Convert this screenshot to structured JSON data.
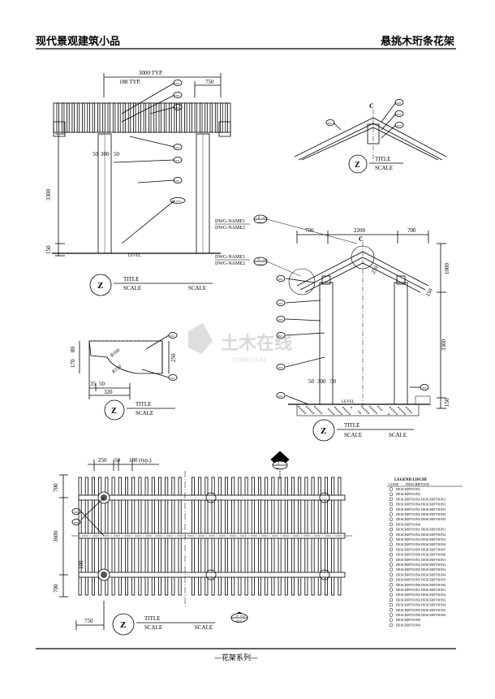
{
  "header": {
    "left_title": "现代景观建筑小品",
    "right_title": "悬挑木珩条花架"
  },
  "footer": {
    "series_label": "—花架系列—"
  },
  "elevation": {
    "dim_top_overall": "3000 TYP.",
    "dim_spacing": "188 TYP.",
    "dim_overhang": "750",
    "dim_height": "3300",
    "dim_base": "150",
    "dim_post": "50",
    "dim_post_mid": "300",
    "dim_post_right": "50",
    "level": "LEVEL",
    "title_mark": "Z",
    "title": "TITLE",
    "scale_label": "SCALE",
    "scale_value": "SCALE",
    "tags": [
      "NO",
      "NO",
      "NO",
      "NO",
      "NO",
      "NO",
      "MULTI"
    ]
  },
  "ridge_detail": {
    "title_mark": "Z",
    "title": "TITLE",
    "scale_label": "SCALE",
    "centerline": "C",
    "tags": [
      "NO",
      "NO",
      "NO",
      "NO"
    ]
  },
  "section": {
    "ref_mark_1": "Z",
    "ref_mark_1_sub": "TYP",
    "ref_mark_1_dwg": "DWG",
    "dwg_name_1a": "DWG-NAME1",
    "dwg_name_1b": "DWG-NAME2",
    "dwg_name_2a": "DWG-NAME1",
    "dwg_name_2b": "DWG-NAME2",
    "ref_mark_2": "Z",
    "ref_mark_2_sub": "TYP",
    "ref_mark_2_dwg": "DWG",
    "dim_left": "700",
    "dim_mid": "2200",
    "dim_right": "700",
    "dim_roof_height": "1000",
    "dim_slope": "250",
    "dim_side": "150",
    "dim_height": "3300",
    "dim_base": "150",
    "dim_post": "50",
    "dim_post_mid": "300",
    "dim_post_right": "50",
    "centerline": "C",
    "level": "LEVEL",
    "title_mark": "Z",
    "title": "TITLE",
    "scale_label": "SCALE",
    "scale_value": "SCALE",
    "tags": [
      "NO",
      "NO",
      "NO",
      "NO",
      "NO",
      "NO",
      "NO"
    ]
  },
  "beam_detail": {
    "dim_170": "170",
    "dim_80": "80",
    "dim_250": "250",
    "dim_35": "35",
    "dim_50": "50",
    "dim_320": "320",
    "radius_1": "R100",
    "radius_2": "R150",
    "title_mark": "Z",
    "title": "TITLE",
    "scale_label": "SCALE",
    "tags": [
      "NO",
      "NO"
    ]
  },
  "plan": {
    "dim_250": "250",
    "dim_50": "50",
    "dim_180": "180 (typ.)",
    "dim_700_top": "700",
    "dim_overall": "3600",
    "dim_100": "100",
    "dim_700_bottom": "700",
    "dim_750": "750",
    "north_mark": "Z",
    "north_dwg": "DWG",
    "ref_mark": "Z",
    "ref_sub": "TYP",
    "ref_dwg": "DWG",
    "title_mark": "Z",
    "title": "TITLE",
    "scale_label": "SCALE",
    "scale_value": "SCALE",
    "tags": [
      "NO",
      "NO"
    ]
  },
  "legend": {
    "title": "LEGEND LISCHI",
    "code_header": "CODE",
    "desc_header": "DESCRIPTION",
    "rows": [
      "DESCRIPTION1",
      "DESCRIPTION2",
      "DESCRIPTION3 DESCRIPTION1",
      "DESCRIPTION4 DESCRIPTION2",
      "DESCRIPTION1 DESCRIPTION3",
      "DESCRIPTION2 DESCRIPTION4",
      "DESCRIPTION3 DESCRIPTION5",
      "DESCRIPTION4",
      "DESCRIPTION1 DESCRIPTION1",
      "DESCRIPTION2 DESCRIPTION2",
      "DESCRIPTION3 DESCRIPTION3",
      "DESCRIPTION4 DESCRIPTION4",
      "DESCRIPTION5 DESCRIPTION5",
      "DESCRIPTION6 DESCRIPTION6",
      "DESCRIPTION1 DESCRIPTION1",
      "DESCRIPTION2 DESCRIPTION2",
      "DESCRIPTION3 DESCRIPTION3",
      "DESCRIPTION4 DESCRIPTION4",
      "DESCRIPTION5 DESCRIPTION5",
      "DESCRIPTION6 DESCRIPTION6",
      "DESCRIPTION1 DESCRIPTION1",
      "DESCRIPTION2 DESCRIPTION2",
      "DESCRIPTION3 DESCRIPTION3",
      "DESCRIPTION4 DESCRIPTION4",
      "DESCRIPTION5 DESCRIPTION5",
      "DESCRIPTION6 DESCRIPTION6",
      "DESCRIPTION8",
      "DESCRIPTION4"
    ]
  },
  "watermark": {
    "text": "土木在线",
    "sub": "COI88.COM"
  }
}
